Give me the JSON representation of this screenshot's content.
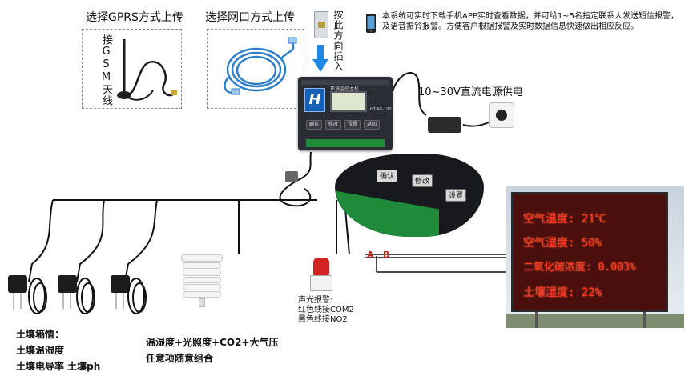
{
  "labels": {
    "gprs_upload": "选择GPRS方式上传",
    "lan_upload": "选择网口方式上传",
    "insert_direction": "按此方向插入",
    "gsm_antenna": "接GSM天线",
    "power_supply": "10~30V直流电源供电",
    "app_note": "本系统可实时下载手机APP实时查看数据，并可给1~5名指定联系人发送短信报警，及语音振铃报警。方便客户根据报警及实时数据信息快速做出相应反应。",
    "alarm_title": "声光报警:",
    "alarm_red": "红色线接COM2",
    "alarm_black": "黑色线接NO2",
    "terminal_a": "A",
    "terminal_b": "B"
  },
  "soil": {
    "line1": "土壤墒情：",
    "line2": "土壤温湿度",
    "line3": "土壤电导率   土壤ph"
  },
  "weather": {
    "line1": "温湿度+光照度+CO2+大气压",
    "line2": "任意项随意组合"
  },
  "device": {
    "brand": "环境监控主机",
    "model": "HT-AG-100",
    "logo": "H",
    "buttons": [
      "确认",
      "修改",
      "设置",
      "返回"
    ],
    "zoom_buttons": [
      "确认",
      "修改",
      "设置"
    ]
  },
  "led_display": {
    "lines": [
      "空气温度: 21℃",
      "空气湿度: 50%",
      "二氧化碳浓度: 0.003%",
      "土壤湿度: 22%"
    ]
  },
  "colors": {
    "led_text": "#ff3b22",
    "terminal_green": "#1f8a3a",
    "cable_blue": "#2f7fc9",
    "arrow_blue": "#1e88e5",
    "alarm_red": "#d22222"
  },
  "icons": {
    "antenna": "gsm-antenna-icon",
    "lan_cable": "network-cable-icon",
    "sim": "sim-card-icon",
    "phone": "smartphone-icon",
    "adapter": "power-adapter-icon",
    "alarm": "strobe-siren-icon"
  }
}
